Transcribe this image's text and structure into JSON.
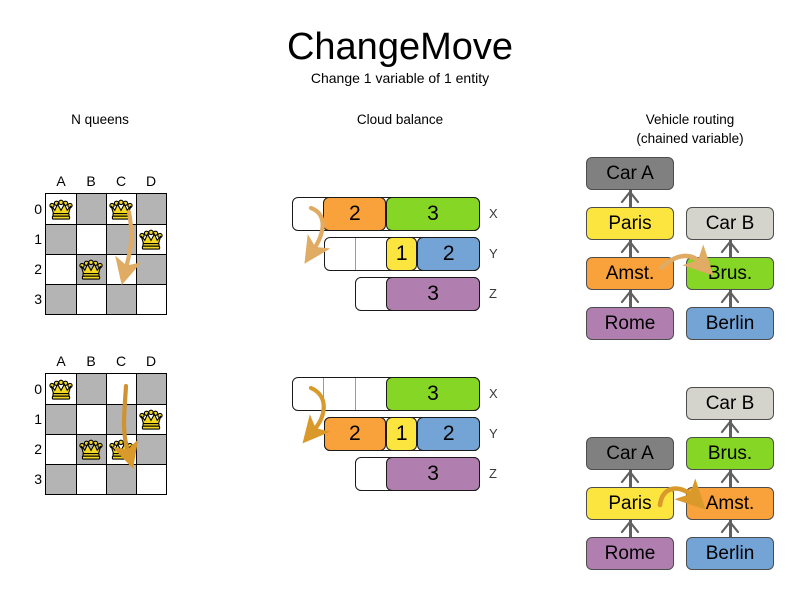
{
  "header": {
    "title": "ChangeMove",
    "subtitle": "Change 1 variable of 1 entity"
  },
  "sections": [
    {
      "id": "n-queens",
      "title": "N queens"
    },
    {
      "id": "cloud-balance",
      "title": "Cloud balance"
    },
    {
      "id": "vehicle-routing",
      "title_line1": "Vehicle routing",
      "title_line2": "(chained variable)"
    }
  ],
  "colors": {
    "orange": "#f9a13a",
    "green": "#86d626",
    "yellow": "#fde53f",
    "blue": "#74a3d6",
    "purple": "#b07fb0",
    "gray_dark": "#808080",
    "gray_light": "#d4d4cc",
    "arrow": "#e8b878",
    "board_dark": "#b4b4b4",
    "board_light": "#ffffff",
    "queen": "#f2d723",
    "link": "#606060"
  },
  "n_queens": {
    "column_labels": [
      "A",
      "B",
      "C",
      "D"
    ],
    "row_labels": [
      "0",
      "1",
      "2",
      "3"
    ],
    "before": {
      "queens": [
        {
          "col": 0,
          "row": 0
        },
        {
          "col": 2,
          "row": 0
        },
        {
          "col": 3,
          "row": 1
        },
        {
          "col": 1,
          "row": 2
        }
      ],
      "move": {
        "from_col": 2,
        "from_row": 0,
        "to_col": 2,
        "to_row": 2
      }
    },
    "after": {
      "queens": [
        {
          "col": 0,
          "row": 0
        },
        {
          "col": 3,
          "row": 1
        },
        {
          "col": 1,
          "row": 2
        },
        {
          "col": 2,
          "row": 2
        }
      ],
      "move": {
        "from_col": 2,
        "from_row": 0,
        "to_col": 2,
        "to_row": 2
      }
    }
  },
  "cloud_balance": {
    "row_labels": [
      "X",
      "Y",
      "Z"
    ],
    "before": {
      "rows": [
        {
          "label": "X",
          "empty_slots": 1,
          "segments": [
            {
              "value": "2",
              "color": "orange",
              "units": 2
            },
            {
              "value": "3",
              "color": "green",
              "units": 3
            }
          ]
        },
        {
          "label": "Y",
          "empty_slots": 2,
          "segments": [
            {
              "value": "1",
              "color": "yellow",
              "units": 1
            },
            {
              "value": "2",
              "color": "blue",
              "units": 2
            }
          ]
        },
        {
          "label": "Z",
          "empty_slots": 1,
          "segments": [
            {
              "value": "3",
              "color": "purple",
              "units": 3
            }
          ]
        }
      ]
    },
    "after": {
      "rows": [
        {
          "label": "X",
          "empty_slots": 3,
          "segments": [
            {
              "value": "3",
              "color": "green",
              "units": 3
            }
          ]
        },
        {
          "label": "Y",
          "empty_slots": 0,
          "segments": [
            {
              "value": "2",
              "color": "orange",
              "units": 2
            },
            {
              "value": "1",
              "color": "yellow",
              "units": 1
            },
            {
              "value": "2",
              "color": "blue",
              "units": 2
            }
          ]
        },
        {
          "label": "Z",
          "empty_slots": 1,
          "segments": [
            {
              "value": "3",
              "color": "purple",
              "units": 3
            }
          ]
        }
      ]
    },
    "move_note": "Process '2' moves from computer X to computer Y"
  },
  "vehicle_routing": {
    "before": {
      "chain_left": [
        "Rome",
        "Amst.",
        "Paris",
        "Car A"
      ],
      "chain_right": [
        "Berlin",
        "Brus.",
        "Car B"
      ],
      "moved_entity": "Amst."
    },
    "after": {
      "chain_left": [
        "Rome",
        "Paris",
        "Car A"
      ],
      "chain_right": [
        "Berlin",
        "Amst.",
        "Brus.",
        "Car B"
      ],
      "moved_entity": "Amst."
    },
    "labels": {
      "car_a": "Car A",
      "car_b": "Car B",
      "paris": "Paris",
      "brussels": "Brus.",
      "amsterdam": "Amst.",
      "rome": "Rome",
      "berlin": "Berlin"
    }
  }
}
